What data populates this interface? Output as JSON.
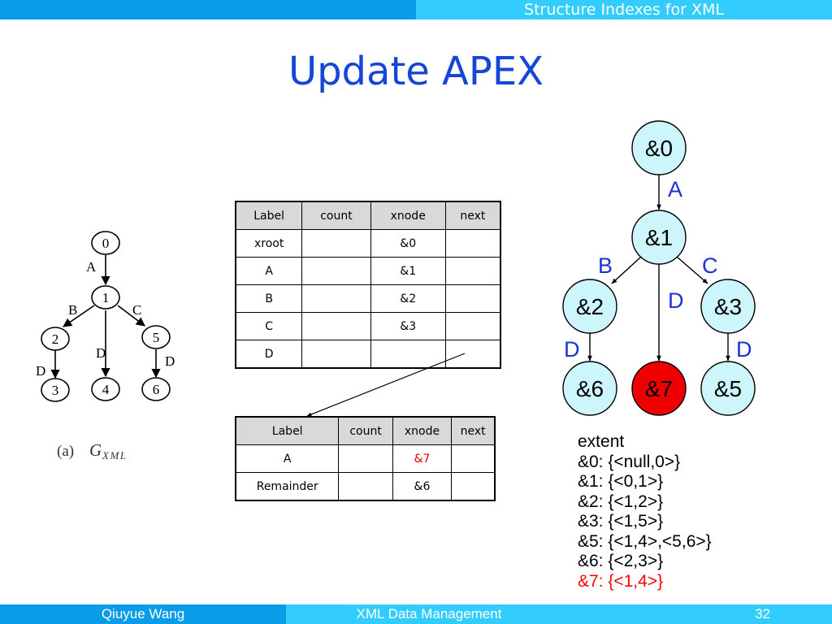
{
  "header": {
    "title": "Structure Indexes for XML"
  },
  "slide": {
    "title": "Update APEX"
  },
  "graph": {
    "nodes": [
      "0",
      "1",
      "2",
      "3",
      "4",
      "5",
      "6"
    ],
    "edge_labels": [
      "A",
      "B",
      "C",
      "D",
      "D",
      "D"
    ],
    "caption_prefix": "(a)",
    "caption_symbol": "G",
    "caption_sub": "XML"
  },
  "table1": {
    "headers": [
      "Label",
      "count",
      "xnode",
      "next"
    ],
    "rows": [
      [
        "xroot",
        "",
        "&0",
        ""
      ],
      [
        "A",
        "",
        "&1",
        ""
      ],
      [
        "B",
        "",
        "&2",
        ""
      ],
      [
        "C",
        "",
        "&3",
        ""
      ],
      [
        "D",
        "",
        "",
        ""
      ]
    ]
  },
  "table2": {
    "headers": [
      "Label",
      "count",
      "xnode",
      "next"
    ],
    "rows": [
      [
        "A",
        "",
        "&7",
        ""
      ],
      [
        "Remainder",
        "",
        "&6",
        ""
      ]
    ]
  },
  "apex": {
    "nodes": [
      "&0",
      "&1",
      "&2",
      "&3",
      "&6",
      "&7",
      "&5"
    ],
    "edge_labels": [
      "A",
      "B",
      "C",
      "D",
      "D",
      "D"
    ],
    "colors": {
      "node_fill": "#ccf6fb",
      "highlight_fill": "#ee0000",
      "label_color": "#1a33d6"
    }
  },
  "extent": {
    "title": "extent",
    "lines": [
      "&0: {<null,0>}",
      "&1: {<0,1>}",
      "&2: {<1,2>}",
      "&3: {<1,5>}",
      "&5: {<1,4>,<5,6>}",
      "&6: {<2,3>}",
      "&7: {<1,4>}"
    ]
  },
  "footer": {
    "author": "Qiuyue Wang",
    "course": "XML Data Management",
    "page": "32"
  }
}
